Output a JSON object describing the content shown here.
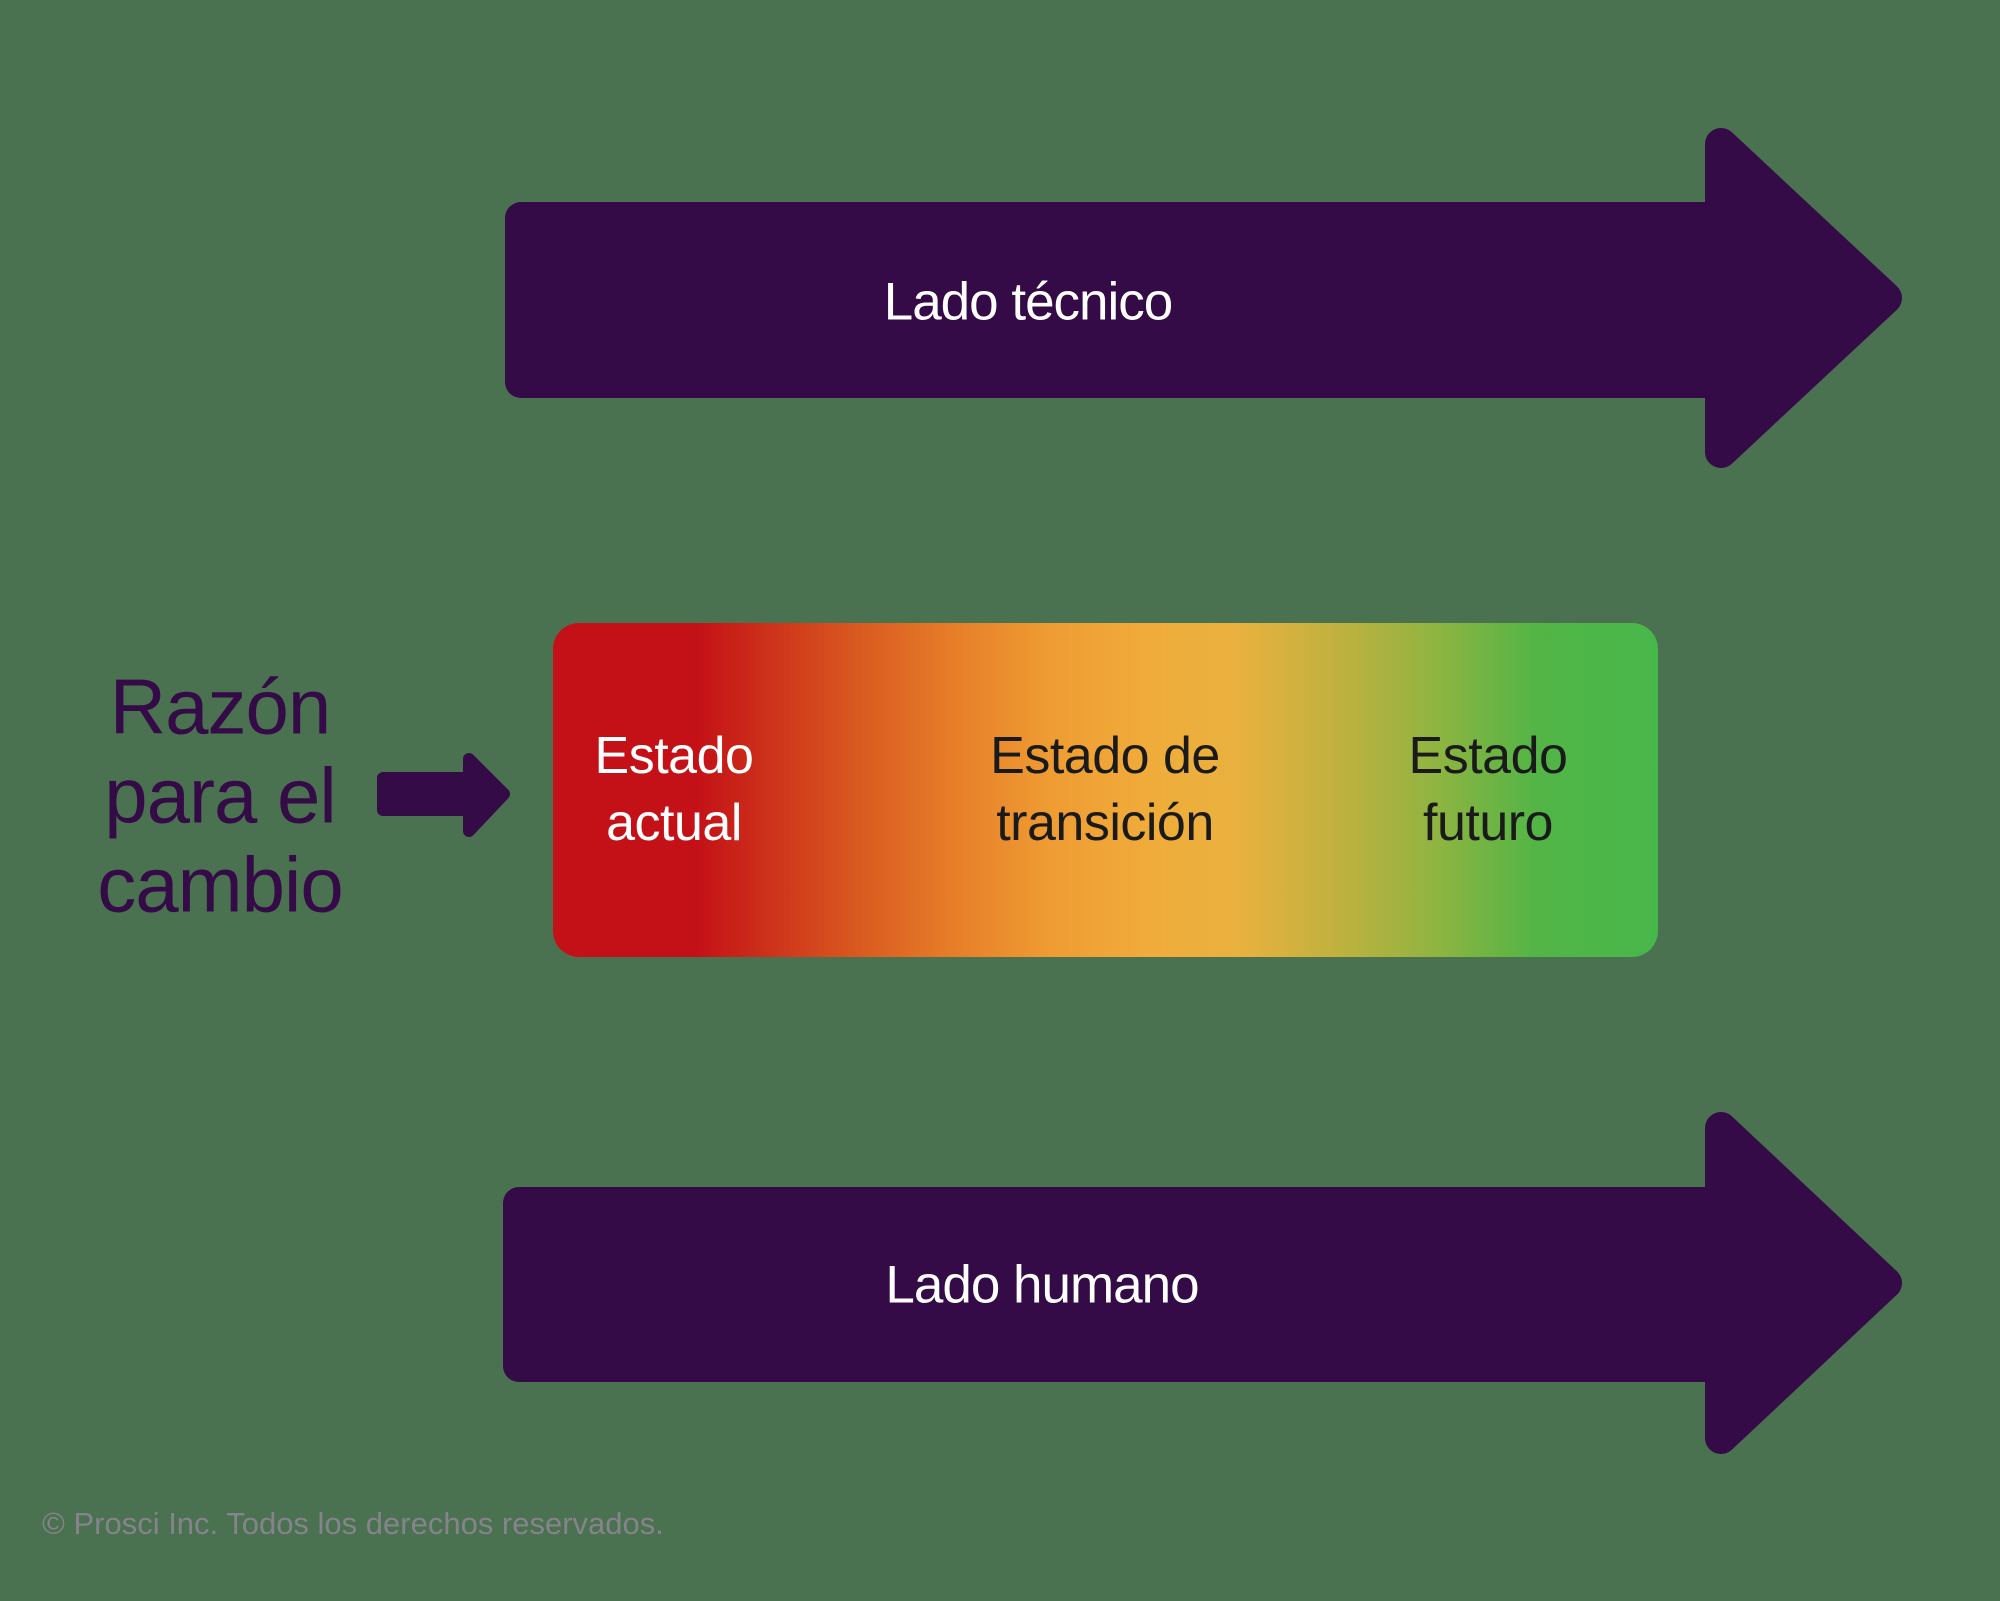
{
  "colors": {
    "background": "#4A7150",
    "arrow_purple": "#340B47",
    "copyright_text": "#85838B"
  },
  "top_arrow": {
    "label": "Lado técnico",
    "text_color": "#FFFFFF"
  },
  "bottom_arrow": {
    "label": "Lado humano",
    "text_color": "#FFFFFF"
  },
  "reason_label": {
    "line1": "Razón",
    "line2": "para el",
    "line3": "cambio",
    "text_color": "#340B47"
  },
  "gradient_box": {
    "gradient_css": "linear-gradient(90deg, #c41117 0%, #c41117 13%, #d8571f 27%, #e67d28 36%, #ef9c33 45%, #f0ac3a 54%, #e9b13f 62%, #c0b13f 71%, #8fb441 80%, #52b546 89%, #48b74a 100%)",
    "states": [
      {
        "line1": "Estado",
        "line2": "actual",
        "text_color": "#FFFFFF"
      },
      {
        "line1": "Estado de",
        "line2": "transición",
        "text_color": "#1A1A1A"
      },
      {
        "line1": "Estado",
        "line2": "futuro",
        "text_color": "#1A1A1A"
      }
    ]
  },
  "footer": {
    "copyright": "© Prosci Inc. Todos los derechos reservados."
  }
}
